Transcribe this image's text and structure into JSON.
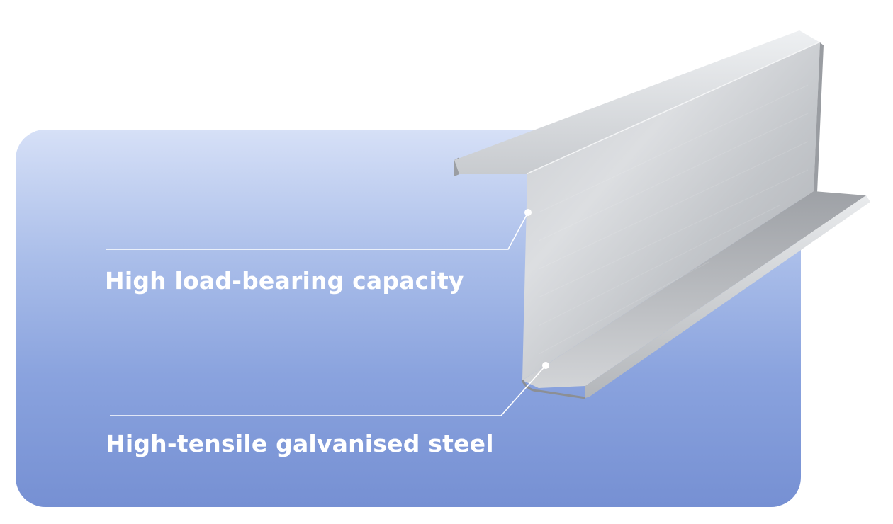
{
  "callouts": [
    {
      "label": "High load-bearing capacity"
    },
    {
      "label": "High-tensile galvanised steel"
    }
  ],
  "graphic": {
    "subject": "galvanised steel Z-purlin",
    "icon": "steel-beam-illustration"
  },
  "colors": {
    "panel_top": "#d6e0f7",
    "panel_bottom": "#7690d3",
    "callout_text": "#ffffff",
    "callout_line": "#ffffff",
    "steel_light": "#e4e6e9",
    "steel_mid": "#b9bcc1",
    "steel_dark": "#8e9196"
  }
}
